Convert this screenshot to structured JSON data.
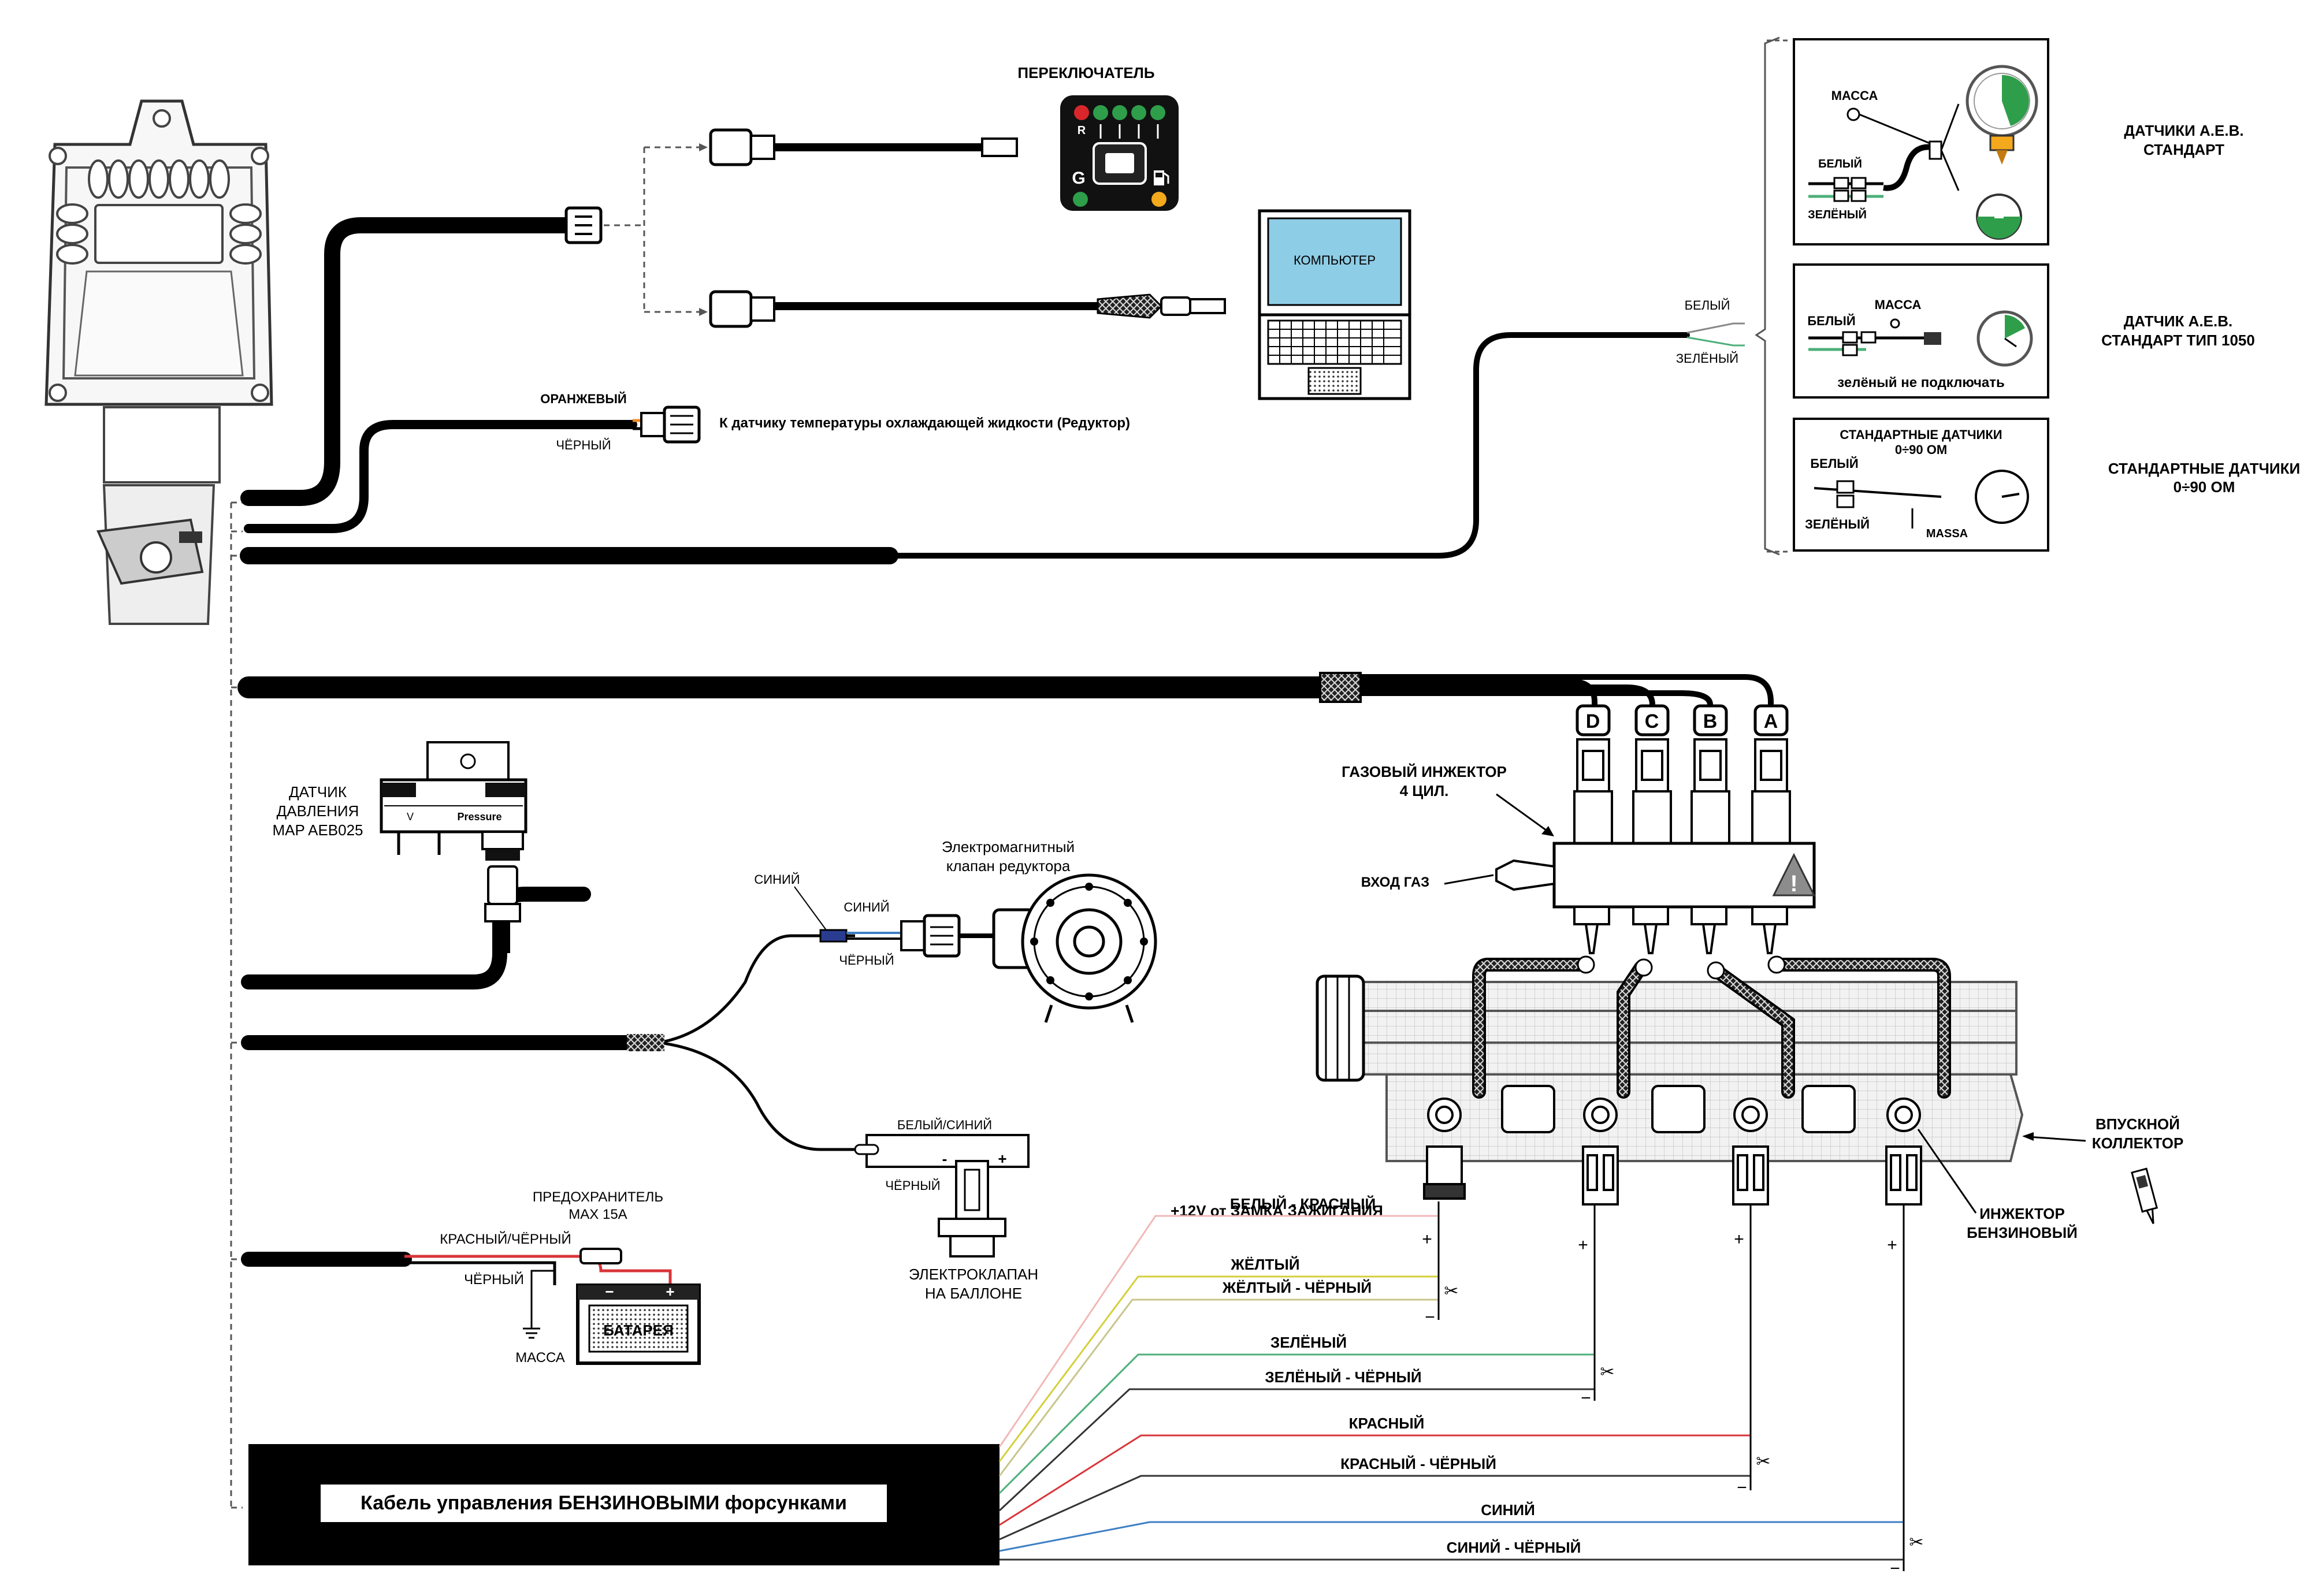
{
  "switch": {
    "title": "ПЕРЕКЛЮЧАТЕЛЬ",
    "r_label": "R",
    "g_label": "G"
  },
  "computer": {
    "screen_label": "КОМПЬЮТЕР"
  },
  "temp_sensor": {
    "wire_top": "ОРАНЖЕВЫЙ",
    "wire_bottom": "ЧЁРНЫЙ",
    "caption": "К датчику температуры охлаждающей жидкости (Редуктор)"
  },
  "level_sensor_wires": {
    "white": "БЕЛЫЙ",
    "green": "ЗЕЛЁНЫЙ"
  },
  "sensor_boxes": [
    {
      "mass": "МАССА",
      "white": "БЕЛЫЙ",
      "green": "ЗЕЛЁНЫЙ",
      "side_label_1": "ДАТЧИКИ  А.Е.В.",
      "side_label_2": "СТАНДАРТ"
    },
    {
      "mass": "МАССА",
      "white": "БЕЛЫЙ",
      "note": "зелёный не подключать",
      "side_label_1": "ДАТЧИК  А.Е.В.",
      "side_label_2": "СТАНДАРТ ТИП 1050"
    },
    {
      "header_1": "СТАНДАРТНЫЕ ДАТЧИКИ",
      "header_2": "0÷90 ОМ",
      "white": "БЕЛЫЙ",
      "green": "ЗЕЛЁНЫЙ",
      "mass": "MASSA",
      "side_label_1": "СТАНДАРТНЫЕ ДАТЧИКИ",
      "side_label_2": "0÷90 ОМ"
    }
  ],
  "injector_letters": [
    "D",
    "C",
    "B",
    "A"
  ],
  "gas_injector": {
    "line1": "ГАЗОВЫЙ ИНЖЕКТОР",
    "line2": "4 ЦИЛ.",
    "gas_inlet": "ВХОД ГАЗ"
  },
  "map_sensor": {
    "line1": "ДАТЧИК",
    "line2": "ДАВЛЕНИЯ",
    "line3": "MAP AEB025",
    "v_label": "V",
    "pressure_label": "Pressure"
  },
  "reducer_valve": {
    "line1": "Электромагнитный",
    "line2": "клапан редуктора",
    "wire_blue_1": "СИНИЙ",
    "wire_blue_2": "СИНИЙ",
    "wire_black": "ЧЁРНЫЙ"
  },
  "tank_valve": {
    "wire_top": "БЕЛЫЙ/СИНИЙ",
    "wire_black": "ЧЁРНЫЙ",
    "line1": "ЭЛЕКТРОКЛАПАН",
    "line2": "НА БАЛЛОНЕ",
    "minus": "-",
    "plus": "+"
  },
  "battery": {
    "fuse_1": "ПРЕДОХРАНИТЕЛЬ",
    "fuse_2": "MAX 15A",
    "red_black": "КРАСНЫЙ/ЧЁРНЫЙ",
    "black": "ЧЁРНЫЙ",
    "mass": "МАССА",
    "label": "БАТАРЕЯ"
  },
  "intake": {
    "line1": "ВПУСКНОЙ",
    "line2": "КОЛЛЕКТОР"
  },
  "petrol_injector": {
    "line1": "ИНЖЕКТОР",
    "line2": "БЕНЗИНОВЫЙ"
  },
  "petrol_cable": {
    "label": "Кабель управления БЕНЗИНОВЫМИ форсунками",
    "wires": [
      {
        "label": "+12V от ЗАМКА ЗАЖИГАНИЯ",
        "color": "#d9534f"
      },
      {
        "label": "БЕЛЫЙ - КРАСНЫЙ",
        "color": "#f2b8b8"
      },
      {
        "label": "ЖЁЛТЫЙ",
        "color": "#d4cf3a"
      },
      {
        "label": "ЖЁЛТЫЙ - ЧЁРНЫЙ",
        "color": "#c9c48a"
      },
      {
        "label": "ЗЕЛЁНЫЙ",
        "color": "#4caf7a"
      },
      {
        "label": "ЗЕЛЁНЫЙ - ЧЁРНЫЙ",
        "color": "#333333"
      },
      {
        "label": "КРАСНЫЙ",
        "color": "#d9343a"
      },
      {
        "label": "КРАСНЫЙ - ЧЁРНЫЙ",
        "color": "#333333"
      },
      {
        "label": "СИНИЙ",
        "color": "#3d7fc4"
      },
      {
        "label": "СИНИЙ - ЧЁРНЫЙ",
        "color": "#333333"
      }
    ],
    "plus": "+",
    "minus": "−"
  },
  "colors": {
    "cable": "#000000",
    "green_led": "#2e9e4a",
    "red_led": "#d8262b",
    "amber_led": "#f4a81c",
    "screen": "#8ecde6",
    "warning": "#8c8c8c"
  }
}
